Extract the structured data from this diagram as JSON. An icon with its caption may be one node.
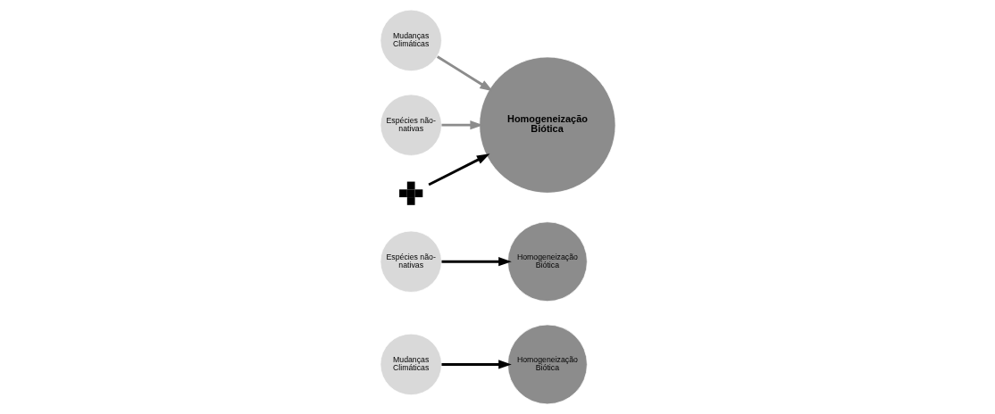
{
  "diagram": {
    "nodes": [
      {
        "text": [
          "Mudanças Climáticas"
        ]
      },
      {
        "text": [
          "Homogeneização Biótica"
        ]
      },
      {
        "text": [
          "Espécies não-nativas"
        ]
      },
      {
        "text": [
          "Homogeneização Biótica"
        ]
      },
      {
        "text": [
          "Mudanças Climáticas"
        ]
      },
      {
        "text": [
          "Espécies não-nativas"
        ]
      },
      {
        "text": [
          "Homogeneização Biótica"
        ]
      },
      {
        "text": [],
        "shape": "plus"
      }
    ],
    "edges": [
      {
        "from": 0,
        "to": 1,
        "arrow": "to"
      },
      {
        "from": 2,
        "to": 3,
        "arrow": "to"
      },
      {
        "from": 4,
        "to": 6,
        "arrow": "to",
        "color": "#8c8c8c"
      },
      {
        "from": 7,
        "to": 6,
        "arrow": "to"
      },
      {
        "from": 5,
        "to": 6,
        "arrow": "to",
        "color": "#8c8c8c"
      }
    ]
  }
}
